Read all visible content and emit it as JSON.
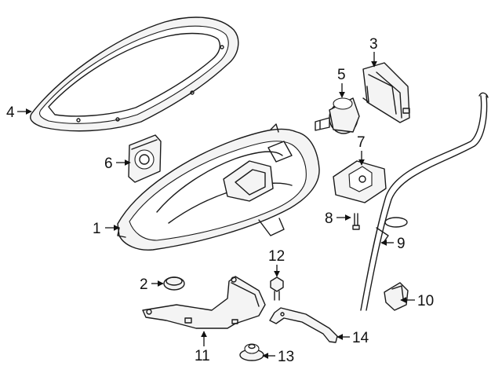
{
  "callouts": {
    "c1": "1",
    "c2": "2",
    "c3": "3",
    "c4": "4",
    "c5": "5",
    "c6": "6",
    "c7": "7",
    "c8": "8",
    "c9": "9",
    "c10": "10",
    "c11": "11",
    "c12": "12",
    "c13": "13",
    "c14": "14"
  },
  "colors": {
    "line": "#1a1a1a",
    "background": "#ffffff"
  }
}
